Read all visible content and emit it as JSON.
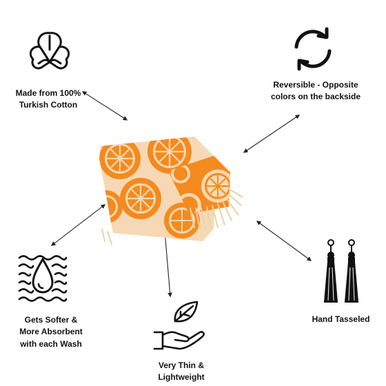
{
  "features": {
    "cotton": {
      "label": "Made from 100%\nTurkish Cotton",
      "icon": "cotton-flower-icon"
    },
    "reversible": {
      "label": "Reversible - Opposite\ncolors on the backside",
      "icon": "refresh-arrows-icon"
    },
    "absorbent": {
      "label": "Gets Softer &\nMore Absorbent\nwith each Wash",
      "icon": "water-drop-waves-icon"
    },
    "tassel": {
      "label": "Hand Tasseled",
      "icon": "tassels-icon"
    },
    "lightweight": {
      "label": "Very Thin &\nLightweight",
      "icon": "leaf-over-hand-icon"
    }
  },
  "product": {
    "image": "folded-orange-slice-towel"
  },
  "colors": {
    "accent": "#f58a1f",
    "cream": "#f6d9b4",
    "ink": "#111111"
  }
}
